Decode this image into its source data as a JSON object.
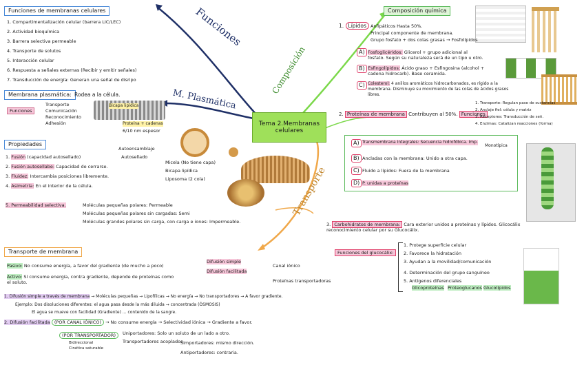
{
  "center": {
    "title": "Tema 2.Membranas celulares"
  },
  "branches": {
    "funciones": "Funciones",
    "membrana": "M. Plasmática",
    "composicion": "Composición",
    "transporte": "Transporte"
  },
  "funciones": {
    "title": "Funciones de membranas celulares",
    "items": [
      "1. Compartimentalización celular (barrera LIC/LEC)",
      "2. Actividad bioquímica",
      "3. Barrera selectiva permeable",
      "4. Transporte de solutos",
      "5. Interacción celular",
      "6. Respuesta a señales externas (Recibir y emitir señales)",
      "7. Transducción de energía: Generan una señal de disripo"
    ]
  },
  "membrana": {
    "title": "Membrana plasmática:",
    "subtitle": "Rodea a la célula.",
    "fn_label": "Funciones",
    "fn_items": [
      "Transporte",
      "Comunicación",
      "Reconocimiento",
      "Adhesión"
    ],
    "img_label1": "Bicapa lipídica",
    "img_label2": "Proteína + cadenas",
    "img_label3": "6/10 nm espesor"
  },
  "propiedades": {
    "title": "Propiedades",
    "items": [
      {
        "n": "1.",
        "key": "Fusión",
        "text": "(capacidad autosellado)"
      },
      {
        "n": "2.",
        "key": "Fusión autosellabe:",
        "text": "Capacidad de cerrarse."
      },
      {
        "n": "3.",
        "key": "Fluidez:",
        "text": "Intercambia posiciones libremente."
      },
      {
        "n": "4.",
        "key": "Asimetría:",
        "text": "En el interior de la célula."
      }
    ],
    "side1": "Autoensamblaje",
    "side2": "Autosellado",
    "structures": [
      "Micela (No tiene capa)",
      "Bicapa lipídica",
      "Liposoma (2 cola)"
    ],
    "p5_key": "5. Permeabilidad selectiva.",
    "p5_lines": [
      "Moléculas pequeñas polares: Permeable",
      "Moléculas pequeñas polares sin cargadas: Semi",
      "Moléculas grandes polares sin carga, con carga e iones: Impermeable."
    ]
  },
  "composicion": {
    "title": "Composición química",
    "lipidos_n": "1.",
    "lipidos": "Lípidos",
    "lipidos_lines": [
      "Anfipáticos Hasta 50%.",
      "Principal componente de membrana.",
      "Grupo fosfato + dos colas grasas → Fosfolípidos"
    ],
    "items": [
      {
        "letter": "A)",
        "key": "Fosfoglicéridos:",
        "text": "Glicerol + grupo adicional al fosfato. Según su naturaleza será de un tipo u otro."
      },
      {
        "letter": "B)",
        "key": "Esfingolípidos:",
        "text": "Ácido graso + Esfingosina (alcohol + cadena hidrocarb). Base ceramida."
      },
      {
        "letter": "C)",
        "key": "Colesterol:",
        "text": "4 anillos aromáticos hidrocarbonados, es rígido a la membrana. Disminuye su movimiento de las colas de ácidos grasos libres."
      }
    ],
    "proteinas_n": "2.",
    "proteinas": "Proteínas de membrana",
    "proteinas_text": "Contribuyen al 50%.",
    "proteinas_fn": "Funciones",
    "proteinas_fn_items": [
      "1. Transporte: Regulan paso de sustancias",
      "2. Anclaje fiel: célula y matriz",
      "3. Receptores: Transducción de señ.",
      "4. Enzimas: Catalizan reacciones (forma)"
    ],
    "prot_types": [
      {
        "letter": "A)",
        "text": "Transmembrana Integrales: Secuencia hidrofóbica. Imp."
      },
      {
        "letter": "B)",
        "text": "Ancladas con la membrana: Unido a otra capa."
      },
      {
        "letter": "C)",
        "text": "Fluido a lípidos: Fuera de la membrana"
      },
      {
        "letter": "D)",
        "text": "P. unidas a proteínas"
      }
    ],
    "prot_side": "Monotípica",
    "carbo_n": "3.",
    "carbo": "Carbohidratos de membrana:",
    "carbo_text": "Cara exterior unidos a proteínas y lípidos. Glicocálix reconocimiento celular por su Glucocálix.",
    "gluco_title": "Funciones del glucocálix:",
    "gluco_items": [
      "1. Protege superficie celular",
      "2. Favorece la hidratación",
      "3. Ayudan a la movilidad/comunicación",
      "4. Determinación del grupo sanguíneo",
      "5. Antígenos diferenciales"
    ],
    "gluco_sub": [
      "Glicoproteínas",
      "Proteoglucanos",
      "Glucolípidos"
    ]
  },
  "transporte": {
    "title": "Transporte de membrana",
    "pasivo_key": "Pasivo:",
    "pasivo": "No consume energía, a favor del gradiente (de mucho a poco)",
    "activo_key": "Activo:",
    "activo": "Sí consume energía, contra gradiente, depende de proteínas como el soluto.",
    "types": [
      "Difusión simple",
      "Difusión facilitada"
    ],
    "types2": [
      "Canal iónico",
      "Proteínas transportadoras"
    ],
    "difusion_key": "1. Difusión simple a través de membrana",
    "difusion": "→ Moléculas pequeñas → Lipofílicas → No energía → No transportadores → A favor gradiente.",
    "ejemplo": "Ejemplo: Dos disoluciones diferentes: el agua pasa desde la más diluida → concentrada (ÓSMOSIS)",
    "ejemplo2": "El agua se mueve con facilidad (Gradiente) ... contenido de la sangre.",
    "facilitada_key": "2. Difusión facilitada",
    "facilitada_canal": "(POR CANAL IÓNICO)",
    "facilitada": "→ No consume energía → Selectividad iónica → Gradiente a favor.",
    "por_trans": "(POR TRANSPORTADOR)",
    "uniport": "Uniportadores: Solo un soluto de un lado a otro.",
    "cotrans": "Transportadores acoplados",
    "sim": "Simportadores: mismo dirección.",
    "anti": "Antiportadores: contraria.",
    "sub1": "Bidireccional",
    "sub2": "Cinética saturable"
  }
}
